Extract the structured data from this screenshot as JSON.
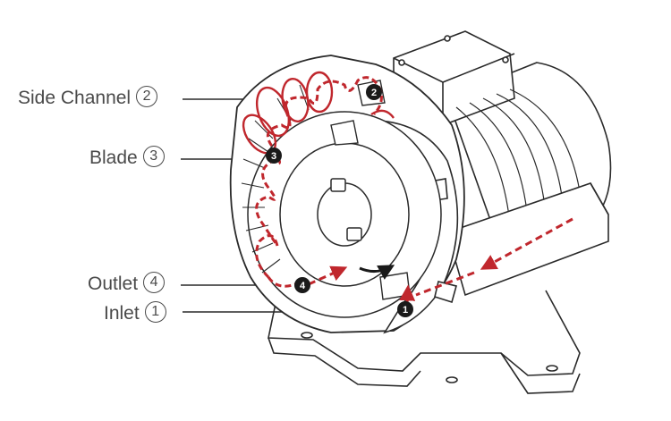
{
  "labels": [
    {
      "id": "side-channel",
      "text": "Side Channel",
      "num": "2",
      "marker": "2"
    },
    {
      "id": "blade",
      "text": "Blade",
      "num": "3",
      "marker": "3"
    },
    {
      "id": "outlet",
      "text": "Outlet",
      "num": "4",
      "marker": "4"
    },
    {
      "id": "inlet",
      "text": "Inlet",
      "num": "1",
      "marker": "1"
    }
  ],
  "colors": {
    "airflow": "#c0272d",
    "outline": "#2a2a2a",
    "label_text": "#4a4a4a",
    "marker_fill": "#1a1a1a"
  }
}
